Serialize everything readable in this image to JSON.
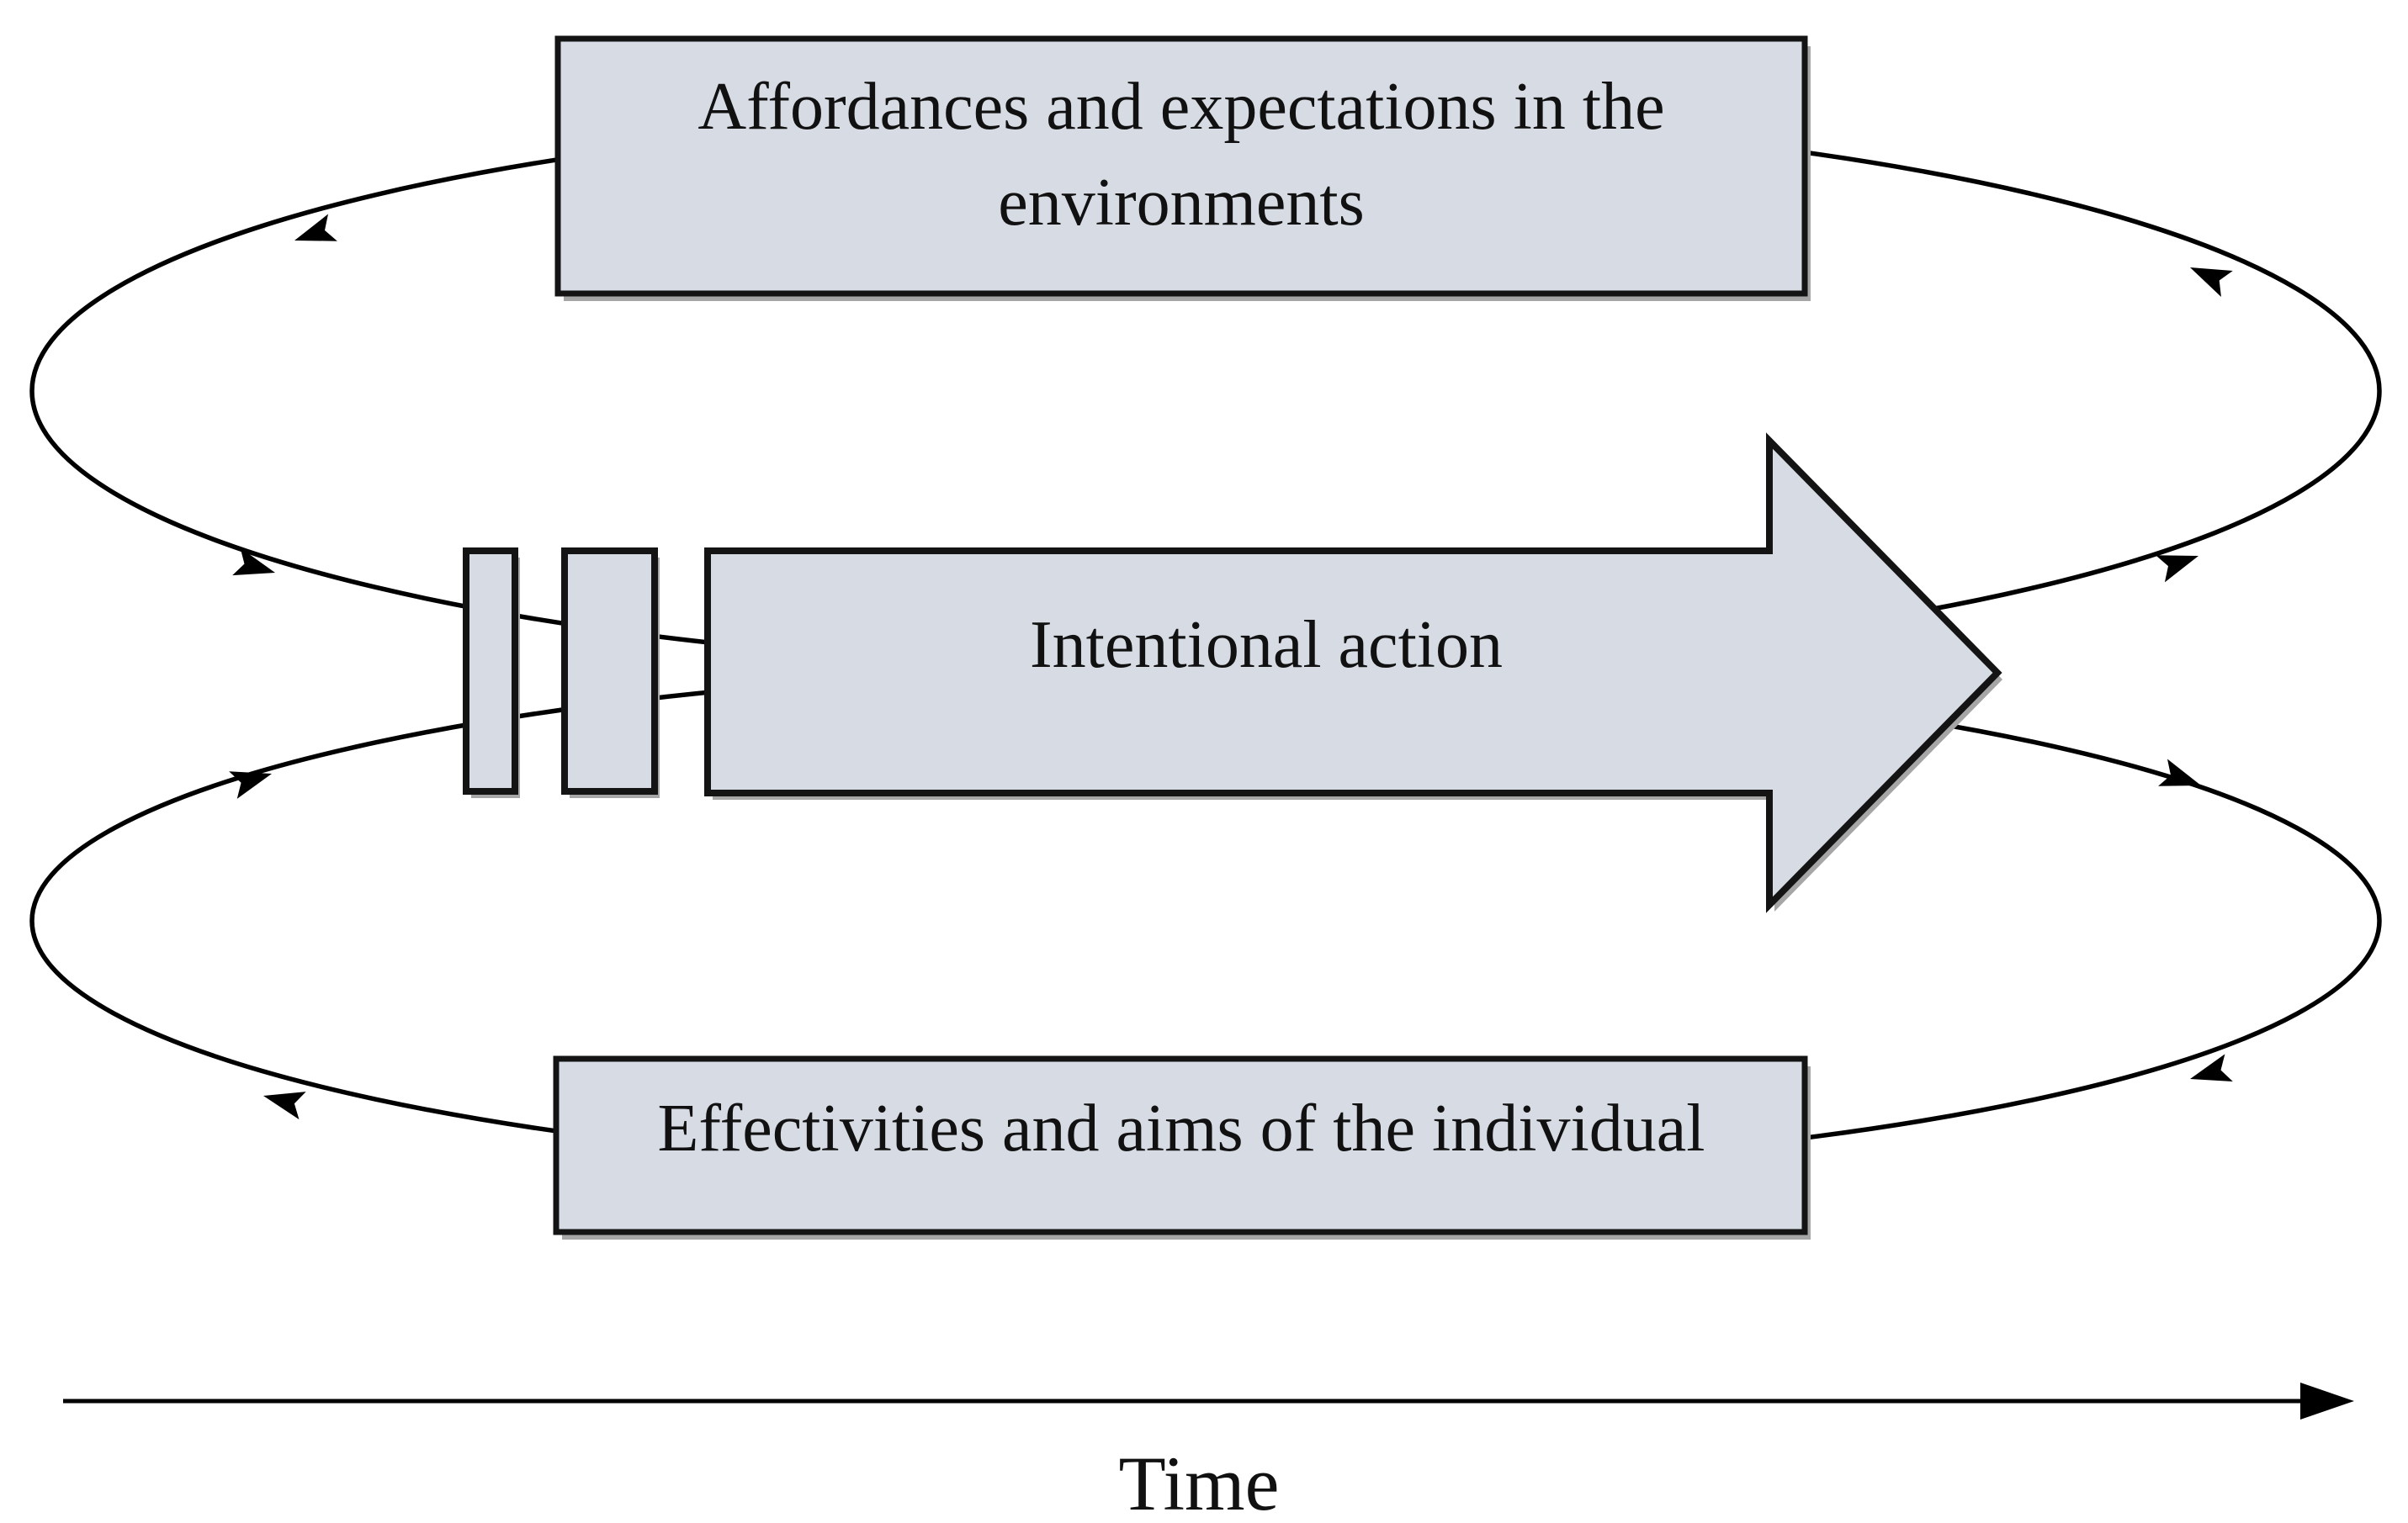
{
  "figure": {
    "top_box": {
      "line1": "Affordances and expectations in the",
      "line2": "environments"
    },
    "action_arrow": {
      "label": "Intentional action"
    },
    "bottom_box": {
      "label": "Effectivities and aims of the individual"
    },
    "time_axis": {
      "label": "Time"
    },
    "colors": {
      "shape_fill": "#d6dbe4",
      "shape_border": "#141414",
      "loop_line": "#000000",
      "shadow": "#a6a6a6",
      "background": "#ffffff"
    }
  }
}
